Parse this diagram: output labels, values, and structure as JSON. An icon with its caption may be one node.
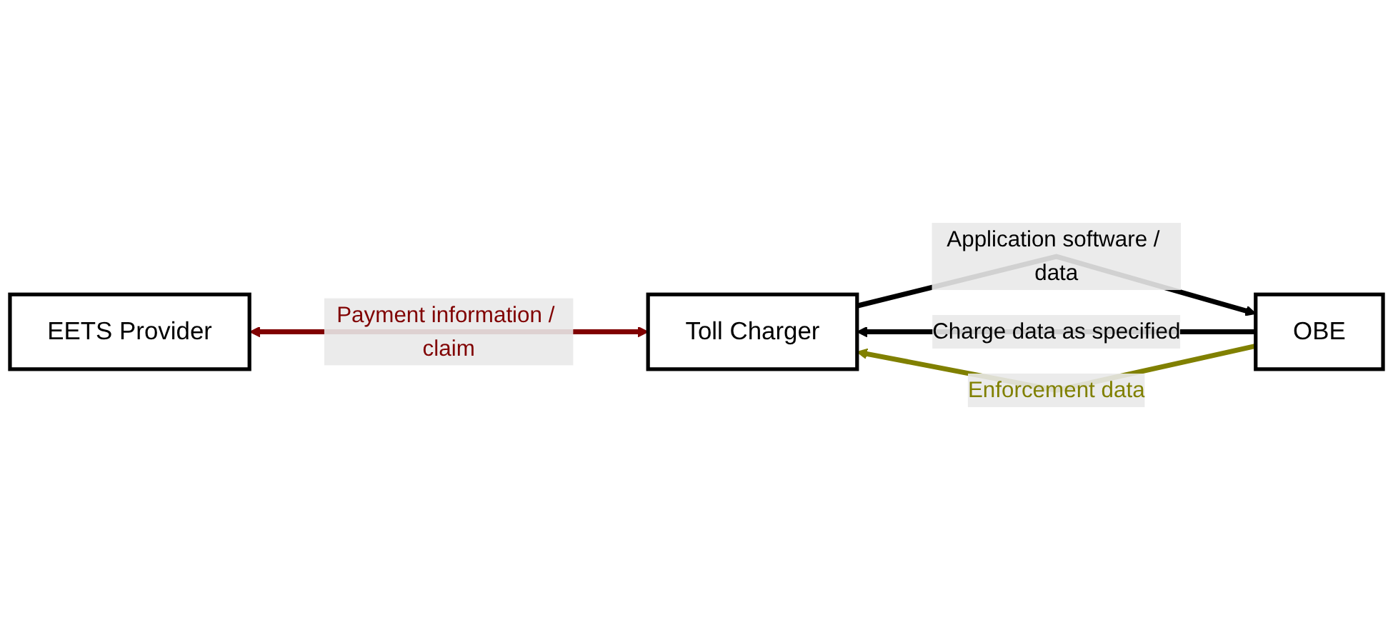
{
  "diagram": {
    "nodes": [
      {
        "text": [
          "EETS Provider"
        ]
      },
      {
        "text": [
          "Toll Charger"
        ]
      },
      {
        "text": [
          "OBE"
        ]
      }
    ],
    "edges": [
      {
        "from": 0,
        "to": 1,
        "arrow": "both",
        "label": "Payment information / claim",
        "color": "#800000"
      },
      {
        "from": 1,
        "to": 2,
        "arrow": "to",
        "label": "Application software / data"
      },
      {
        "from": 2,
        "to": 1,
        "arrow": "to",
        "label": "Charge data as specified"
      },
      {
        "from": 2,
        "to": 1,
        "arrow": "to",
        "label": "Enforcement data",
        "color": "#808000"
      }
    ]
  }
}
